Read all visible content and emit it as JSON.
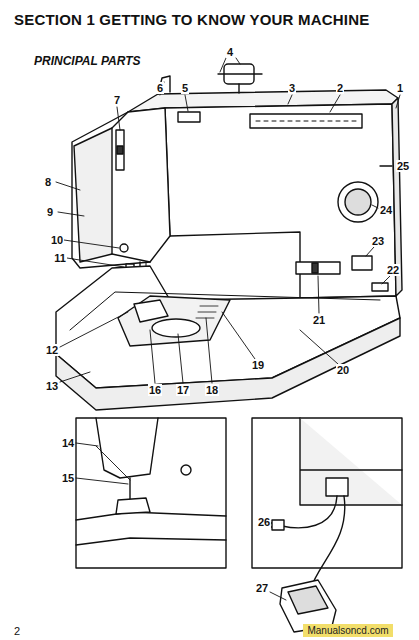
{
  "diagram": {
    "title": "SECTION 1 GETTING TO KNOW YOUR MACHINE",
    "labels": [
      "PRINCIPAL PARTS",
      "1",
      "2",
      "3",
      "4",
      "5",
      "6",
      "7",
      "8",
      "9",
      "10",
      "11",
      "12",
      "13",
      "14",
      "15",
      "16",
      "17",
      "18",
      "19",
      "20",
      "21",
      "22",
      "23",
      "24",
      "25",
      "26",
      "27",
      "2",
      "Manualsoncd.com"
    ]
  }
}
